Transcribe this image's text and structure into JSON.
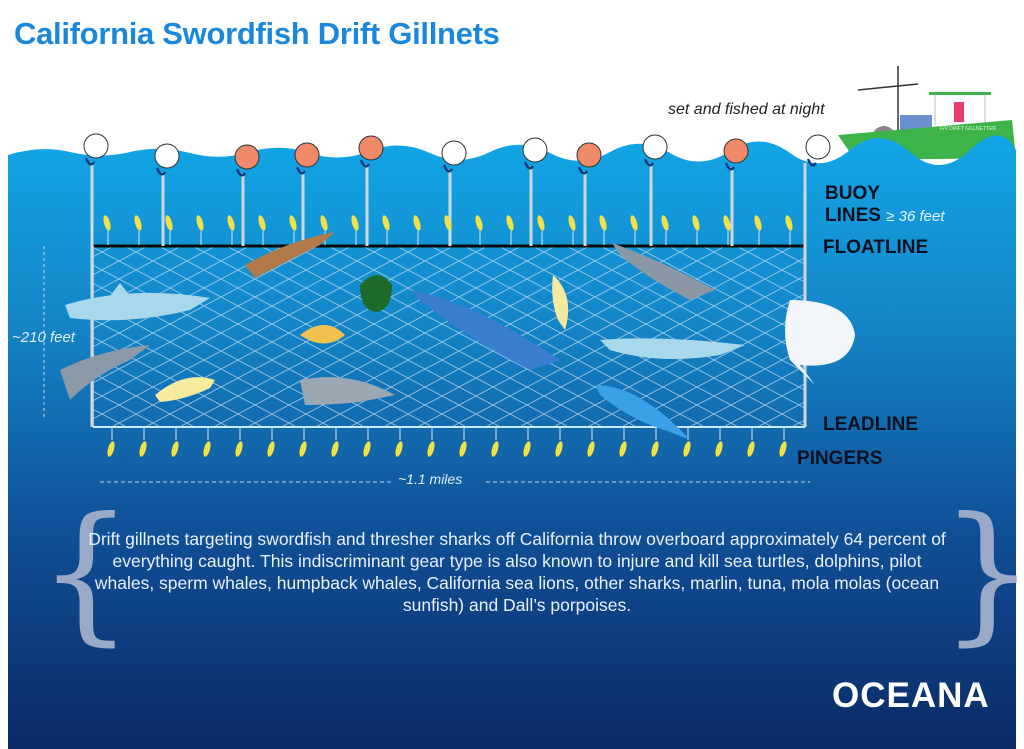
{
  "title": "California Swordfish Drift Gillnets",
  "annotations": {
    "night": "set and fished at night",
    "buoy_lines": "BUOY",
    "buoy_lines_2": "LINES",
    "buoy_length": "≥ 36 feet",
    "floatline": "FLOATLINE",
    "leadline": "LEADLINE",
    "pingers": "PINGERS",
    "depth": "~210 feet",
    "length": "~1.1 miles"
  },
  "boat_name": "F/V DRIFT GILLNETTER",
  "buoys": [
    "white",
    "white",
    "orange",
    "orange",
    "orange",
    "white",
    "white",
    "orange",
    "white",
    "orange",
    "white"
  ],
  "colors": {
    "title": "#1a87dc",
    "buoy_orange": "#f08a6a",
    "pinger": "#f2e24a",
    "boat": "#3cb44a",
    "water_top": "#12a0e2",
    "water_bottom": "#0b2c68"
  },
  "description": "Drift gillnets targeting swordfish and thresher sharks off California throw overboard approximately 64 percent of everything caught. This indiscriminant gear type is also known to injure and kill sea turtles, dolphins, pilot whales, sperm whales, humpback whales, California sea lions, other sharks, marlin, tuna, mola molas (ocean sunfish) and Dall’s porpoises.",
  "logo": "OCEANA"
}
